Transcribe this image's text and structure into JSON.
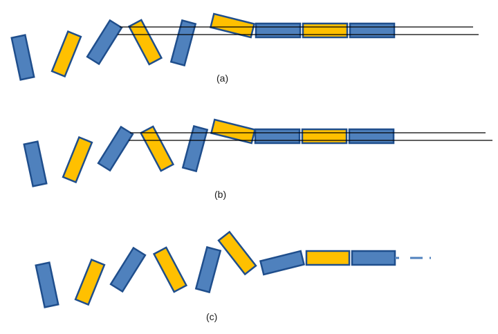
{
  "colors": {
    "blue_fill": "#4f81bd",
    "yellow_fill": "#ffc000",
    "outline": "#1f4e8c",
    "line": "#000000"
  },
  "panels": [
    {
      "id": "a",
      "label": "(a)",
      "blocks": [
        "blue",
        "yellow",
        "blue",
        "yellow",
        "blue",
        "yellow",
        "blue",
        "yellow",
        "blue"
      ],
      "aligned_count": 3,
      "guide_lines": true,
      "dashed_tail": false
    },
    {
      "id": "b",
      "label": "(b)",
      "blocks": [
        "blue",
        "yellow",
        "blue",
        "yellow",
        "blue",
        "yellow",
        "blue",
        "yellow",
        "blue"
      ],
      "aligned_count": 3,
      "guide_lines": true,
      "dashed_tail": false
    },
    {
      "id": "c",
      "label": "(c)",
      "blocks": [
        "blue",
        "yellow",
        "blue",
        "yellow",
        "blue",
        "yellow",
        "blue",
        "yellow",
        "blue"
      ],
      "aligned_count": 2,
      "guide_lines": false,
      "dashed_tail": true
    }
  ]
}
